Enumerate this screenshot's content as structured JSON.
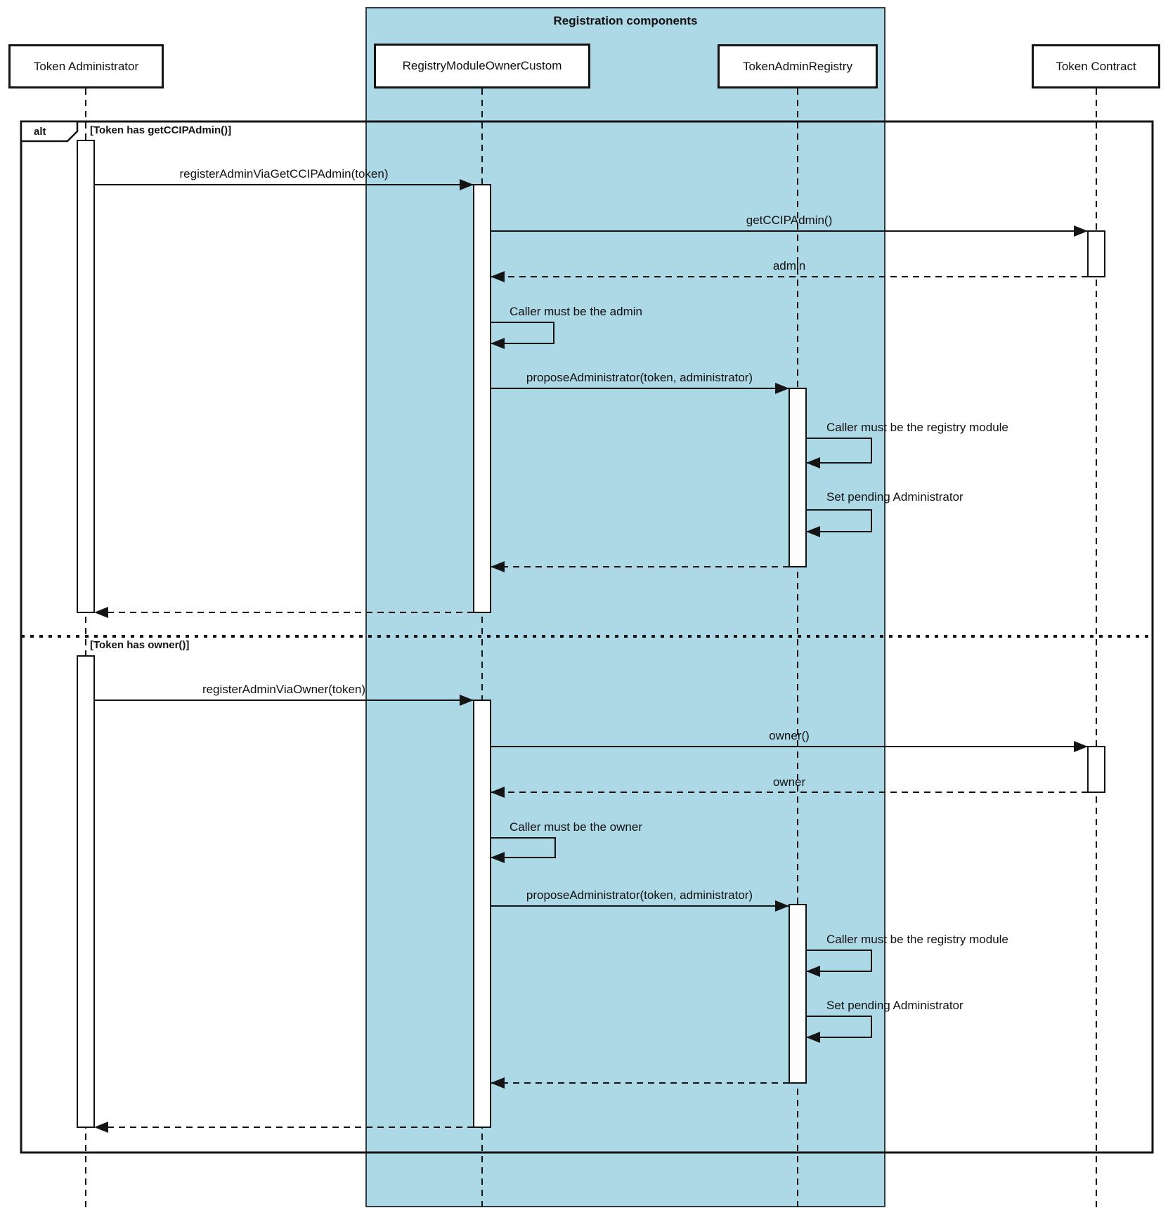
{
  "diagram": {
    "region_title": "Registration components",
    "frame": {
      "operator": "alt",
      "guards": [
        "[Token has getCCIPAdmin()]",
        "[Token has owner()]"
      ]
    },
    "participants": [
      {
        "name": "Token Administrator"
      },
      {
        "name": "RegistryModuleOwnerCustom"
      },
      {
        "name": "TokenAdminRegistry"
      },
      {
        "name": "Token Contract"
      }
    ],
    "messages": [
      {
        "label": "registerAdminViaGetCCIPAdmin(token)",
        "from": "Token Administrator",
        "to": "RegistryModuleOwnerCustom",
        "kind": "sync"
      },
      {
        "label": "getCCIPAdmin()",
        "from": "RegistryModuleOwnerCustom",
        "to": "Token Contract",
        "kind": "sync"
      },
      {
        "label": "admin",
        "from": "Token Contract",
        "to": "RegistryModuleOwnerCustom",
        "kind": "return"
      },
      {
        "label": "Caller must be the admin",
        "from": "RegistryModuleOwnerCustom",
        "to": "RegistryModuleOwnerCustom",
        "kind": "self"
      },
      {
        "label": "proposeAdministrator(token, administrator)",
        "from": "RegistryModuleOwnerCustom",
        "to": "TokenAdminRegistry",
        "kind": "sync"
      },
      {
        "label": "Caller must be the registry module",
        "from": "TokenAdminRegistry",
        "to": "TokenAdminRegistry",
        "kind": "self"
      },
      {
        "label": "Set pending Administrator",
        "from": "TokenAdminRegistry",
        "to": "TokenAdminRegistry",
        "kind": "self"
      },
      {
        "label": "registerAdminViaOwner(token)",
        "from": "Token Administrator",
        "to": "RegistryModuleOwnerCustom",
        "kind": "sync"
      },
      {
        "label": "owner()",
        "from": "RegistryModuleOwnerCustom",
        "to": "Token Contract",
        "kind": "sync"
      },
      {
        "label": "owner",
        "from": "Token Contract",
        "to": "RegistryModuleOwnerCustom",
        "kind": "return"
      },
      {
        "label": "Caller must be the owner",
        "from": "RegistryModuleOwnerCustom",
        "to": "RegistryModuleOwnerCustom",
        "kind": "self"
      },
      {
        "label": "proposeAdministrator(token, administrator)",
        "from": "RegistryModuleOwnerCustom",
        "to": "TokenAdminRegistry",
        "kind": "sync"
      },
      {
        "label": "Caller must be the registry module",
        "from": "TokenAdminRegistry",
        "to": "TokenAdminRegistry",
        "kind": "self"
      },
      {
        "label": "Set pending Administrator",
        "from": "TokenAdminRegistry",
        "to": "TokenAdminRegistry",
        "kind": "self"
      }
    ]
  },
  "colors": {
    "highlight": "#ADD8E6",
    "line": "#141414",
    "background": "#FFFFFF"
  }
}
